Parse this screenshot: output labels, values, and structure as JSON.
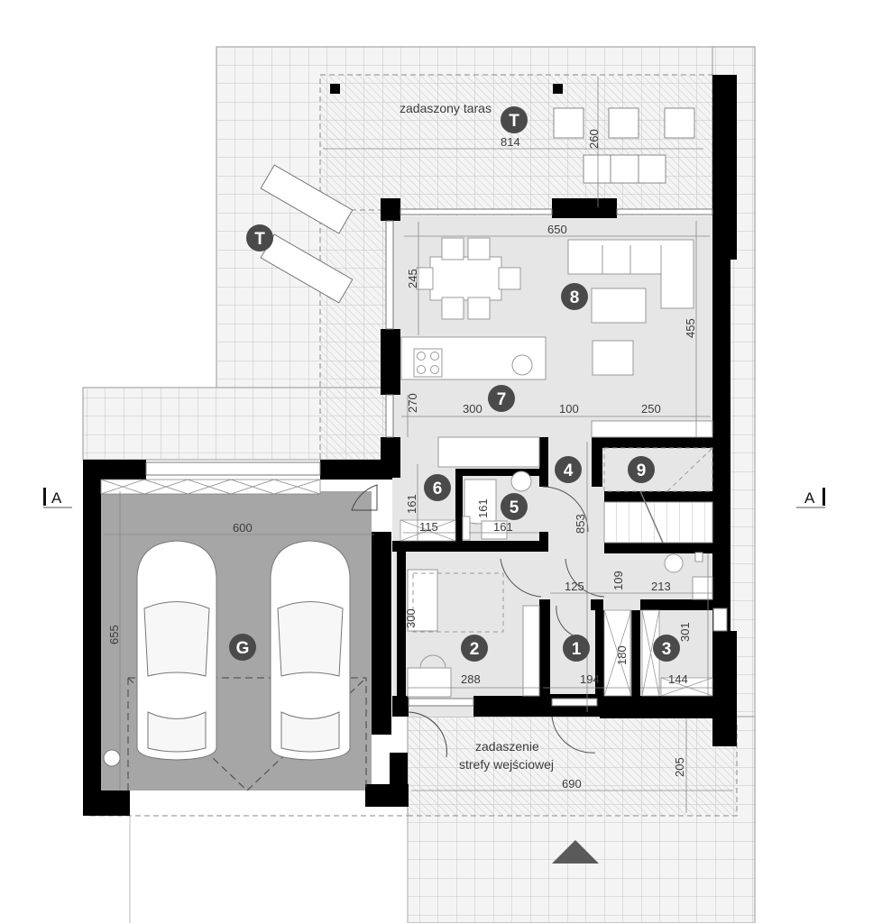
{
  "plan": {
    "colors": {
      "wall": "#000000",
      "room_floor": "#e6e6e6",
      "garage_floor": "#a6a6a6",
      "terrace": "#f3f3f3",
      "grid_line": "#c4c4c4",
      "badge": "#4a4a4a",
      "text": "#3c3c3c",
      "entrance_arrow": "#5a5a5a"
    },
    "labels": {
      "covered_terrace": "zadaszony taras",
      "entrance_canopy_line1": "zadaszenie",
      "entrance_canopy_line2": "strefy wejściowej"
    },
    "section_markers": {
      "left": "A",
      "right": "A"
    },
    "badges": {
      "terrace_top": "T",
      "terrace_left": "T",
      "garage": "G",
      "room_1": "1",
      "room_2": "2",
      "room_3": "3",
      "room_4": "4",
      "room_5": "5",
      "room_6": "6",
      "room_7": "7",
      "room_8": "8",
      "room_9": "9"
    },
    "dimensions": {
      "terrace_width": "814",
      "terrace_depth": "260",
      "living_width": "650",
      "dining_depth": "245",
      "living_depth": "455",
      "kitchen_depth": "270",
      "kitchen_w1": "300",
      "kitchen_w2": "100",
      "kitchen_w3": "250",
      "garage_width": "600",
      "garage_depth": "655",
      "room6_depth": "161",
      "room6_width": "115",
      "room5_depth": "161",
      "room5_width": "161",
      "hall_length": "853",
      "hall_width": "125",
      "room3_upper": "109",
      "room3_top_width": "213",
      "room2_depth": "300",
      "room2_width": "288",
      "room1_width": "194",
      "closet_depth": "180",
      "room3_depth": "301",
      "room3_width": "144",
      "canopy_width": "690",
      "canopy_depth": "205"
    }
  }
}
